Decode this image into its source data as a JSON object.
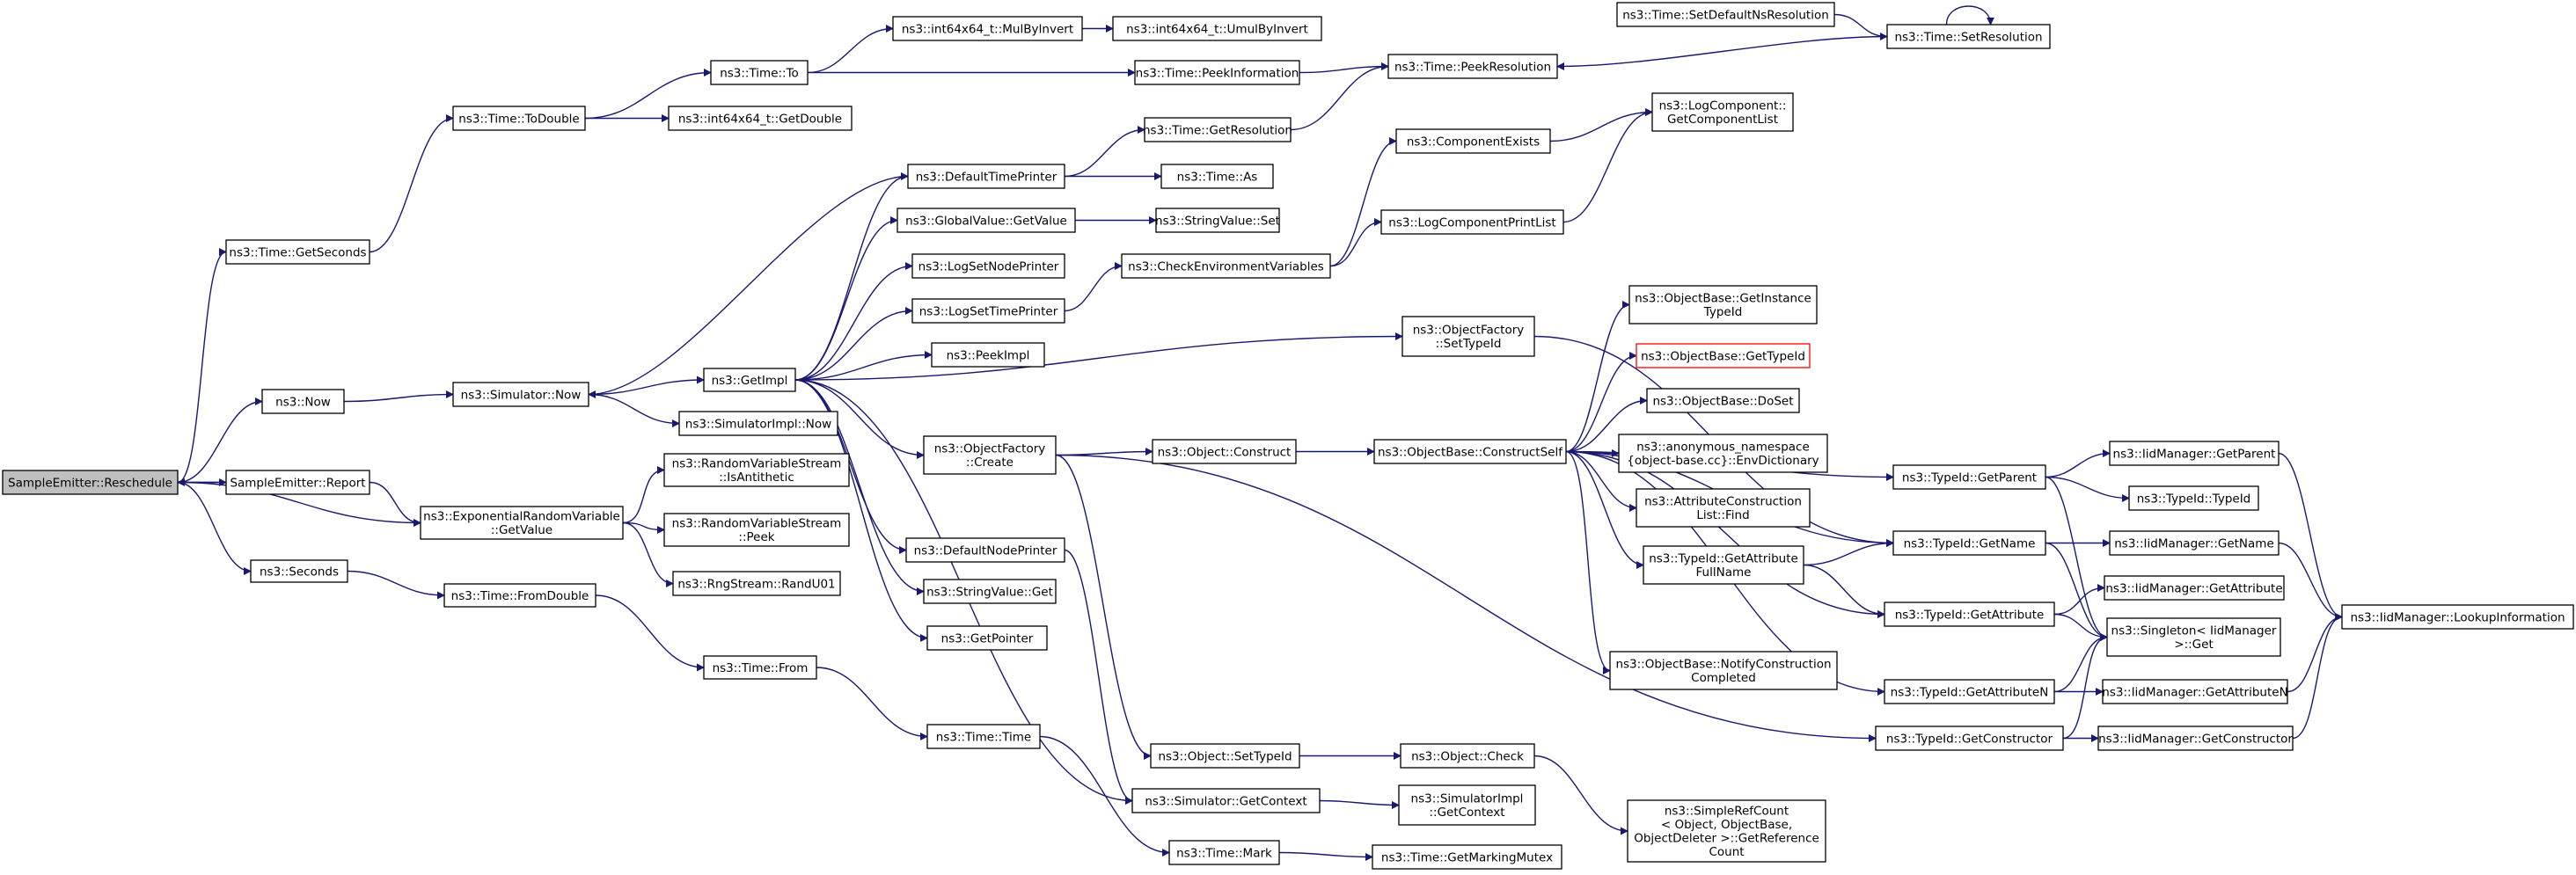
{
  "graph": {
    "colors": {
      "edge": "#191970",
      "root_fill": "#bfbfbf",
      "highlight_border": "#ff0000"
    },
    "nodes": [
      {
        "id": "reschedule",
        "lines": [
          "SampleEmitter::Reschedule"
        ],
        "style": "root"
      },
      {
        "id": "report",
        "lines": [
          "SampleEmitter::Report"
        ]
      },
      {
        "id": "getseconds",
        "lines": [
          "ns3::Time::GetSeconds"
        ]
      },
      {
        "id": "now",
        "lines": [
          "ns3::Now"
        ]
      },
      {
        "id": "seconds",
        "lines": [
          "ns3::Seconds"
        ]
      },
      {
        "id": "todouble",
        "lines": [
          "ns3::Time::ToDouble"
        ]
      },
      {
        "id": "simnow",
        "lines": [
          "ns3::Simulator::Now"
        ]
      },
      {
        "id": "expget",
        "lines": [
          "ns3::ExponentialRandomVariable",
          "::GetValue"
        ]
      },
      {
        "id": "fromdouble",
        "lines": [
          "ns3::Time::FromDouble"
        ]
      },
      {
        "id": "timeto",
        "lines": [
          "ns3::Time::To"
        ]
      },
      {
        "id": "int64getdouble",
        "lines": [
          "ns3::int64x64_t::GetDouble"
        ]
      },
      {
        "id": "getimpl",
        "lines": [
          "ns3::GetImpl"
        ]
      },
      {
        "id": "simimplnow",
        "lines": [
          "ns3::SimulatorImpl::Now"
        ]
      },
      {
        "id": "isanti",
        "lines": [
          "ns3::RandomVariableStream",
          "::IsAntithetic"
        ]
      },
      {
        "id": "rvspeek",
        "lines": [
          "ns3::RandomVariableStream",
          "::Peek"
        ]
      },
      {
        "id": "randu01",
        "lines": [
          "ns3::RngStream::RandU01"
        ]
      },
      {
        "id": "timefrom",
        "lines": [
          "ns3::Time::From"
        ]
      },
      {
        "id": "mulbyinvert",
        "lines": [
          "ns3::int64x64_t::MulByInvert"
        ]
      },
      {
        "id": "defaulttimeprinter",
        "lines": [
          "ns3::DefaultTimePrinter"
        ]
      },
      {
        "id": "globalget",
        "lines": [
          "ns3::GlobalValue::GetValue"
        ]
      },
      {
        "id": "logsetnode",
        "lines": [
          "ns3::LogSetNodePrinter"
        ]
      },
      {
        "id": "logsettime",
        "lines": [
          "ns3::LogSetTimePrinter"
        ]
      },
      {
        "id": "peekimpl",
        "lines": [
          "ns3::PeekImpl"
        ]
      },
      {
        "id": "ofcreate",
        "lines": [
          "ns3::ObjectFactory",
          "::Create"
        ]
      },
      {
        "id": "defaultnode",
        "lines": [
          "ns3::DefaultNodePrinter"
        ]
      },
      {
        "id": "stringget",
        "lines": [
          "ns3::StringValue::Get"
        ]
      },
      {
        "id": "getpointer",
        "lines": [
          "ns3::GetPointer"
        ]
      },
      {
        "id": "timetime",
        "lines": [
          "ns3::Time::Time"
        ]
      },
      {
        "id": "umulbyinvert",
        "lines": [
          "ns3::int64x64_t::UmulByInvert"
        ]
      },
      {
        "id": "peekinfo",
        "lines": [
          "ns3::Time::PeekInformation"
        ]
      },
      {
        "id": "getres",
        "lines": [
          "ns3::Time::GetResolution"
        ]
      },
      {
        "id": "timeas",
        "lines": [
          "ns3::Time::As"
        ]
      },
      {
        "id": "stringset",
        "lines": [
          "ns3::StringValue::Set"
        ]
      },
      {
        "id": "checkenv",
        "lines": [
          "ns3::CheckEnvironmentVariables"
        ]
      },
      {
        "id": "objconstruct",
        "lines": [
          "ns3::Object::Construct"
        ]
      },
      {
        "id": "objsettypeid",
        "lines": [
          "ns3::Object::SetTypeId"
        ]
      },
      {
        "id": "simgetctx",
        "lines": [
          "ns3::Simulator::GetContext"
        ]
      },
      {
        "id": "timemark",
        "lines": [
          "ns3::Time::Mark"
        ]
      },
      {
        "id": "setdefaultnsres",
        "lines": [
          "ns3::Time::SetDefaultNsResolution"
        ]
      },
      {
        "id": "peekres",
        "lines": [
          "ns3::Time::PeekResolution"
        ]
      },
      {
        "id": "compexists",
        "lines": [
          "ns3::ComponentExists"
        ]
      },
      {
        "id": "logcompprint",
        "lines": [
          "ns3::LogComponentPrintList"
        ]
      },
      {
        "id": "ofsettypeid",
        "lines": [
          "ns3::ObjectFactory",
          "::SetTypeId"
        ]
      },
      {
        "id": "constructself",
        "lines": [
          "ns3::ObjectBase::ConstructSelf"
        ]
      },
      {
        "id": "objcheck",
        "lines": [
          "ns3::Object::Check"
        ]
      },
      {
        "id": "simimplgetctx",
        "lines": [
          "ns3::SimulatorImpl",
          "::GetContext"
        ]
      },
      {
        "id": "getmarkingmutex",
        "lines": [
          "ns3::Time::GetMarkingMutex"
        ]
      },
      {
        "id": "logcompget",
        "lines": [
          "ns3::LogComponent::",
          "GetComponentList"
        ]
      },
      {
        "id": "getinstancetid",
        "lines": [
          "ns3::ObjectBase::GetInstance",
          "TypeId"
        ]
      },
      {
        "id": "obgettypeid",
        "lines": [
          "ns3::ObjectBase::GetTypeId"
        ],
        "style": "red"
      },
      {
        "id": "obdoset",
        "lines": [
          "ns3::ObjectBase::DoSet"
        ]
      },
      {
        "id": "envdict",
        "lines": [
          "ns3::anonymous_namespace",
          "{object-base.cc}::EnvDictionary"
        ]
      },
      {
        "id": "attrconstructfind",
        "lines": [
          "ns3::AttributeConstruction",
          "List::Find"
        ]
      },
      {
        "id": "tidgetattrfull",
        "lines": [
          "ns3::TypeId::GetAttribute",
          "FullName"
        ]
      },
      {
        "id": "notifyconstruct",
        "lines": [
          "ns3::ObjectBase::NotifyConstruction",
          "Completed"
        ]
      },
      {
        "id": "simplerefcount",
        "lines": [
          "ns3::SimpleRefCount",
          "< Object, ObjectBase,",
          "ObjectDeleter >::GetReference",
          "Count"
        ]
      },
      {
        "id": "setres",
        "lines": [
          "ns3::Time::SetResolution"
        ]
      },
      {
        "id": "tidgetparent",
        "lines": [
          "ns3::TypeId::GetParent"
        ]
      },
      {
        "id": "tidgetname",
        "lines": [
          "ns3::TypeId::GetName"
        ]
      },
      {
        "id": "tidgetattr",
        "lines": [
          "ns3::TypeId::GetAttribute"
        ]
      },
      {
        "id": "tidgetattrn",
        "lines": [
          "ns3::TypeId::GetAttributeN"
        ]
      },
      {
        "id": "tidgetctor",
        "lines": [
          "ns3::TypeId::GetConstructor"
        ]
      },
      {
        "id": "iidgetparent",
        "lines": [
          "ns3::IidManager::GetParent"
        ]
      },
      {
        "id": "tidtypeid",
        "lines": [
          "ns3::TypeId::TypeId"
        ]
      },
      {
        "id": "iidgetname",
        "lines": [
          "ns3::IidManager::GetName"
        ]
      },
      {
        "id": "iidgetattr",
        "lines": [
          "ns3::IidManager::GetAttribute"
        ]
      },
      {
        "id": "singletonget",
        "lines": [
          "ns3::Singleton< IidManager",
          ">::Get"
        ]
      },
      {
        "id": "iidgetattrn",
        "lines": [
          "ns3::IidManager::GetAttributeN"
        ]
      },
      {
        "id": "iidgetctor",
        "lines": [
          "ns3::IidManager::GetConstructor"
        ]
      },
      {
        "id": "iidlookup",
        "lines": [
          "ns3::IidManager::LookupInformation"
        ]
      }
    ],
    "edges": [
      [
        "reschedule",
        "getseconds"
      ],
      [
        "reschedule",
        "now"
      ],
      [
        "reschedule",
        "report"
      ],
      [
        "reschedule",
        "expget"
      ],
      [
        "reschedule",
        "seconds"
      ],
      [
        "report",
        "reschedule"
      ],
      [
        "report",
        "expget"
      ],
      [
        "getseconds",
        "todouble"
      ],
      [
        "todouble",
        "timeto"
      ],
      [
        "todouble",
        "int64getdouble"
      ],
      [
        "timeto",
        "mulbyinvert"
      ],
      [
        "timeto",
        "peekinfo"
      ],
      [
        "mulbyinvert",
        "umulbyinvert"
      ],
      [
        "peekinfo",
        "peekres"
      ],
      [
        "getres",
        "peekres"
      ],
      [
        "setdefaultnsres",
        "setres"
      ],
      [
        "setres",
        "setres"
      ],
      [
        "setres",
        "peekres"
      ],
      [
        "now",
        "simnow"
      ],
      [
        "simnow",
        "getimpl"
      ],
      [
        "simnow",
        "simimplnow"
      ],
      [
        "getimpl",
        "defaulttimeprinter"
      ],
      [
        "getimpl",
        "globalget"
      ],
      [
        "getimpl",
        "logsetnode"
      ],
      [
        "getimpl",
        "logsettime"
      ],
      [
        "getimpl",
        "peekimpl"
      ],
      [
        "getimpl",
        "ofsettypeid"
      ],
      [
        "getimpl",
        "ofcreate"
      ],
      [
        "getimpl",
        "defaultnode"
      ],
      [
        "getimpl",
        "stringget"
      ],
      [
        "getimpl",
        "getpointer"
      ],
      [
        "getimpl",
        "simgetctx"
      ],
      [
        "defaulttimeprinter",
        "getres"
      ],
      [
        "defaulttimeprinter",
        "timeas"
      ],
      [
        "defaulttimeprinter",
        "simnow"
      ],
      [
        "globalget",
        "stringset"
      ],
      [
        "logsettime",
        "checkenv"
      ],
      [
        "checkenv",
        "compexists"
      ],
      [
        "checkenv",
        "logcompprint"
      ],
      [
        "compexists",
        "logcompget"
      ],
      [
        "logcompprint",
        "logcompget"
      ],
      [
        "ofsettypeid",
        "tidgetname"
      ],
      [
        "ofcreate",
        "objconstruct"
      ],
      [
        "ofcreate",
        "objsettypeid"
      ],
      [
        "ofcreate",
        "tidgetctor"
      ],
      [
        "defaultnode",
        "simgetctx"
      ],
      [
        "objconstruct",
        "constructself"
      ],
      [
        "objsettypeid",
        "objcheck"
      ],
      [
        "objcheck",
        "simplerefcount"
      ],
      [
        "simgetctx",
        "simimplgetctx"
      ],
      [
        "constructself",
        "getinstancetid"
      ],
      [
        "constructself",
        "obgettypeid"
      ],
      [
        "constructself",
        "obdoset"
      ],
      [
        "constructself",
        "envdict"
      ],
      [
        "constructself",
        "attrconstructfind"
      ],
      [
        "constructself",
        "tidgetattrfull"
      ],
      [
        "constructself",
        "notifyconstruct"
      ],
      [
        "constructself",
        "tidgetattr"
      ],
      [
        "constructself",
        "tidgetattrn"
      ],
      [
        "constructself",
        "tidgetparent"
      ],
      [
        "constructself",
        "tidgetname"
      ],
      [
        "tidgetattrfull",
        "tidgetname"
      ],
      [
        "tidgetattrfull",
        "tidgetattr"
      ],
      [
        "tidgetparent",
        "iidgetparent"
      ],
      [
        "tidgetparent",
        "tidtypeid"
      ],
      [
        "tidgetparent",
        "singletonget"
      ],
      [
        "tidgetname",
        "iidgetname"
      ],
      [
        "tidgetname",
        "singletonget"
      ],
      [
        "tidgetattr",
        "iidgetattr"
      ],
      [
        "tidgetattr",
        "singletonget"
      ],
      [
        "tidgetattrn",
        "iidgetattrn"
      ],
      [
        "tidgetattrn",
        "singletonget"
      ],
      [
        "tidgetctor",
        "iidgetctor"
      ],
      [
        "tidgetctor",
        "singletonget"
      ],
      [
        "iidgetparent",
        "iidlookup"
      ],
      [
        "iidgetname",
        "iidlookup"
      ],
      [
        "iidgetattrn",
        "iidlookup"
      ],
      [
        "iidgetctor",
        "iidlookup"
      ],
      [
        "expget",
        "isanti"
      ],
      [
        "expget",
        "rvspeek"
      ],
      [
        "expget",
        "randu01"
      ],
      [
        "seconds",
        "fromdouble"
      ],
      [
        "fromdouble",
        "timefrom"
      ],
      [
        "timefrom",
        "timetime"
      ],
      [
        "timetime",
        "timemark"
      ],
      [
        "timemark",
        "getmarkingmutex"
      ]
    ]
  }
}
